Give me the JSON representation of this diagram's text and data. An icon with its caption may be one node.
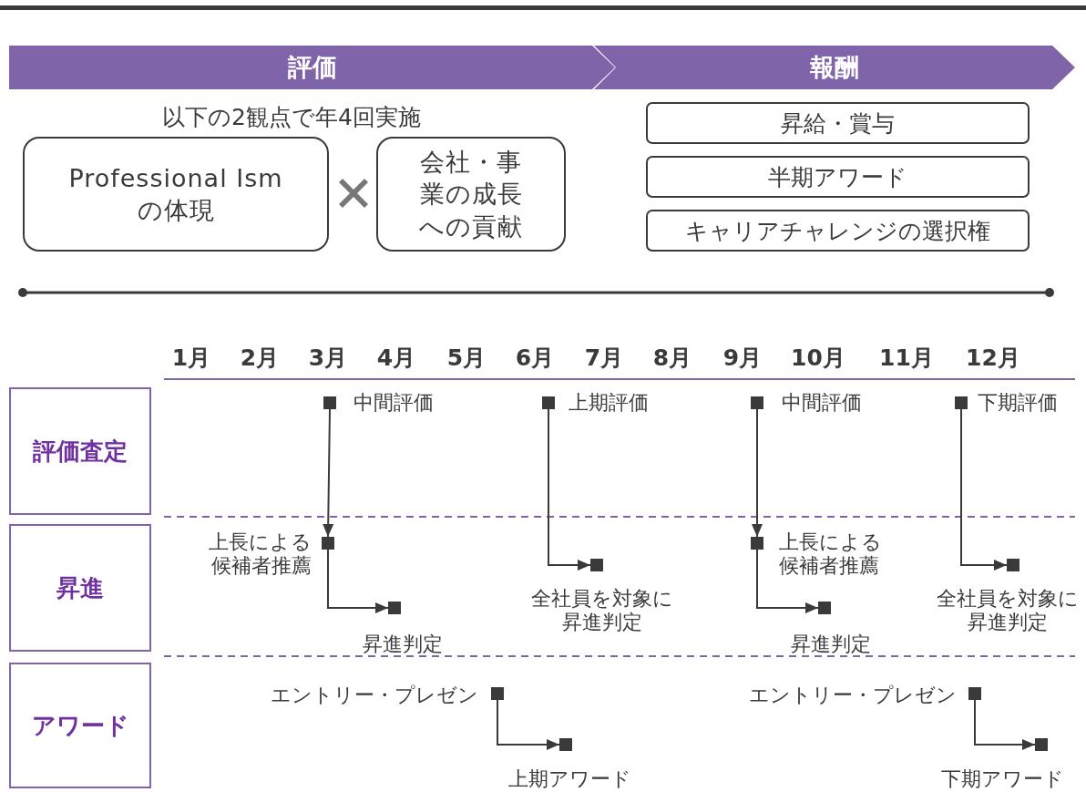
{
  "diagram": {
    "nodes": [
      {
        "text": [
          "評価"
        ]
      },
      {
        "text": [
          "報酬"
        ]
      },
      {
        "text": [
          "Professional Ism の体現"
        ]
      },
      {
        "text": [
          "会社・事業の成長への貢献"
        ]
      },
      {
        "text": [
          "昇給・賞与"
        ]
      },
      {
        "text": [
          "半期アワード"
        ]
      },
      {
        "text": [
          "キャリアチャレンジの選択権"
        ]
      },
      {
        "text": [
          "評価査定"
        ]
      },
      {
        "text": [
          "昇進"
        ]
      },
      {
        "text": [
          "アワード"
        ]
      },
      {
        "text": [],
        "shape": "box",
        "beside": [
          "中間評価"
        ]
      },
      {
        "text": [],
        "shape": "box",
        "beside": [
          "上期評価"
        ]
      },
      {
        "text": [],
        "shape": "box",
        "beside": [
          "中間評価"
        ]
      },
      {
        "text": [],
        "shape": "box",
        "beside": [
          "下期評価"
        ]
      },
      {
        "text": [],
        "shape": "box",
        "beside": [
          "上長による候補者推薦"
        ]
      },
      {
        "text": [],
        "shape": "box",
        "beside": [
          "昇進判定"
        ]
      },
      {
        "text": [],
        "shape": "box",
        "beside": [
          "全社員を対象に昇進判定"
        ]
      },
      {
        "text": [],
        "shape": "box",
        "beside": [
          "上長による候補者推薦"
        ]
      },
      {
        "text": [],
        "shape": "box",
        "beside": [
          "昇進判定"
        ]
      },
      {
        "text": [],
        "shape": "box",
        "beside": [
          "全社員を対象に昇進判定"
        ]
      },
      {
        "text": [],
        "shape": "box",
        "beside": [
          "エントリー・プレゼン"
        ]
      },
      {
        "text": [],
        "shape": "box",
        "beside": [
          "上期アワード"
        ]
      },
      {
        "text": [],
        "shape": "box",
        "beside": [
          "エントリー・プレゼン"
        ]
      },
      {
        "text": [],
        "shape": "box",
        "beside": [
          "下期アワード"
        ]
      }
    ],
    "edges": [
      {
        "from": 10,
        "to": 14,
        "arrow": "to"
      },
      {
        "from": 14,
        "to": 15,
        "arrow": "to"
      },
      {
        "from": 11,
        "to": 16,
        "arrow": "to"
      },
      {
        "from": 12,
        "to": 17,
        "arrow": "to"
      },
      {
        "from": 17,
        "to": 18,
        "arrow": "to"
      },
      {
        "from": 13,
        "to": 19,
        "arrow": "to"
      },
      {
        "from": 20,
        "to": 21,
        "arrow": "to"
      },
      {
        "from": 22,
        "to": 23,
        "arrow": "to"
      }
    ],
    "labels": [
      "以下の2観点で年4回実施",
      "1月",
      "2月",
      "3月",
      "4月",
      "5月",
      "6月",
      "7月",
      "8月",
      "9月",
      "10月",
      "11月",
      "12月"
    ]
  }
}
